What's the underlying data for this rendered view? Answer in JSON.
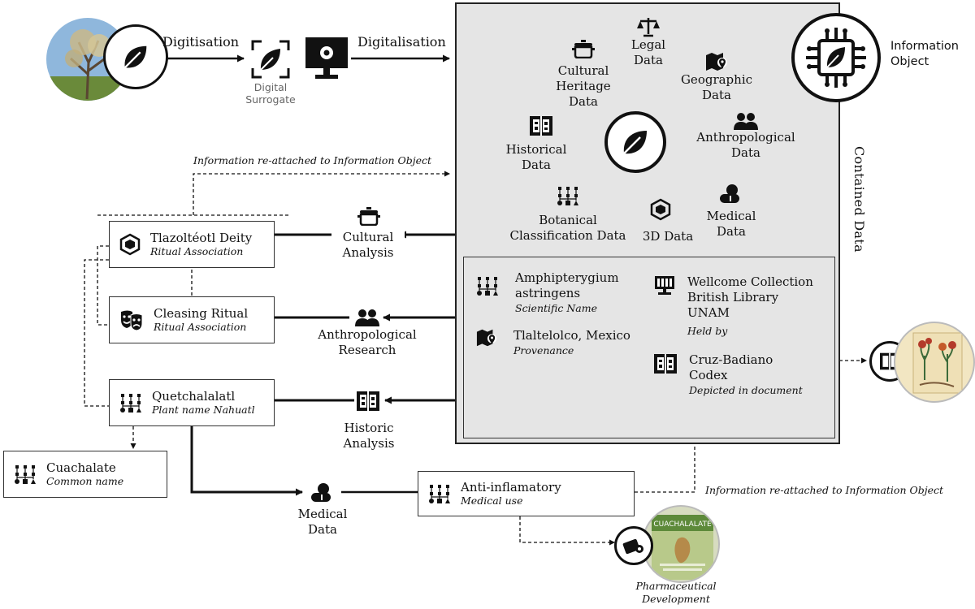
{
  "process": {
    "digitisation": "Digitisation",
    "digitalisation": "Digitalisation",
    "digital_surrogate": "Digital\nSurrogate",
    "information_object": "Information\nObject"
  },
  "spokes": [
    {
      "key": "legal",
      "label": "Legal\nData",
      "icon": "scales-icon"
    },
    {
      "key": "cultural",
      "label": "Cultural\nHeritage\nData",
      "icon": "cooking-pot-icon"
    },
    {
      "key": "geographic",
      "label": "Geographic\nData",
      "icon": "map-pin-icon"
    },
    {
      "key": "historical",
      "label": "Historical\nData",
      "icon": "codex-icon"
    },
    {
      "key": "anthropological",
      "label": "Anthropological\nData",
      "icon": "people-icon"
    },
    {
      "key": "botanical",
      "label": "Botanical\nClassification Data",
      "icon": "taxonomy-tree-icon"
    },
    {
      "key": "threed",
      "label": "3D Data",
      "icon": "cube-icon"
    },
    {
      "key": "medical",
      "label": "Medical\nData",
      "icon": "pills-icon"
    }
  ],
  "contained": {
    "label": "Contained Data",
    "entries": [
      {
        "title": "Amphipterygium\nastringens",
        "sub": "Scientific Name",
        "icon": "taxonomy-tree-icon"
      },
      {
        "title": "Wellcome Collection\nBritish Library\nUNAM",
        "sub": "Held by",
        "icon": "library-computer-icon"
      },
      {
        "title": "Tlaltelolco, Mexico",
        "sub": "Provenance",
        "icon": "map-pin-icon"
      },
      {
        "title": "Cruz-Badiano\nCodex",
        "sub": "Depicted in document",
        "icon": "codex-icon"
      }
    ]
  },
  "analyses": {
    "cultural": "Cultural\nAnalysis",
    "anthropological": "Anthropological\nResearch",
    "historic": "Historic\nAnalysis",
    "medical": "Medical\nData"
  },
  "notes": {
    "reattached_top": "Information re-attached to Information Object",
    "reattached_bottom": "Information re-attached to Information Object"
  },
  "nodes": {
    "deity": {
      "title": "Tlazoltéotl Deity",
      "sub": "Ritual Association"
    },
    "ritual": {
      "title": "Cleasing Ritual",
      "sub": "Ritual Association"
    },
    "plant": {
      "title": "Quetchalalatl",
      "sub": "Plant name Nahuatl"
    },
    "common": {
      "title": "Cuachalate",
      "sub": "Common name"
    },
    "anti": {
      "title": "Anti-inflamatory",
      "sub": "Medical use"
    }
  },
  "pharma": {
    "label": "Pharmaceutical\nDevelopment",
    "bottle_text": "CUACHALALATE"
  },
  "colors": {
    "panel": "#e5e5e5",
    "ink": "#111111",
    "sky": "#8fb7dc",
    "grass": "#6a8a3a"
  }
}
